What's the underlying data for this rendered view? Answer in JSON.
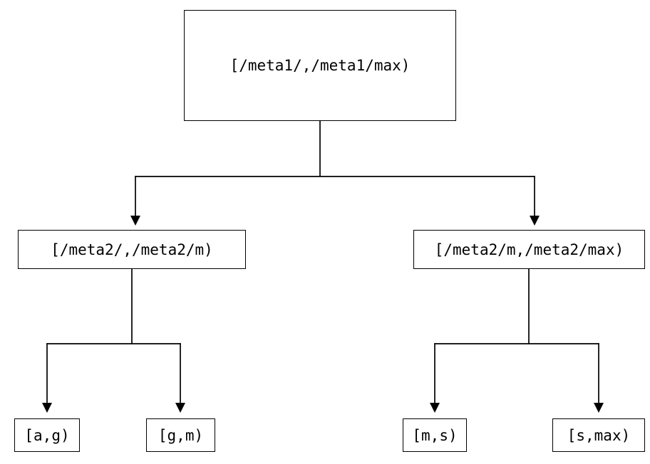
{
  "diagram": {
    "root": {
      "label": "[/meta1/,/meta1/max)"
    },
    "level2": [
      {
        "label": "[/meta2/,/meta2/m)"
      },
      {
        "label": "[/meta2/m,/meta2/max)"
      }
    ],
    "leaves": [
      {
        "label": "[a,g)"
      },
      {
        "label": "[g,m)"
      },
      {
        "label": "[m,s)"
      },
      {
        "label": "[s,max)"
      }
    ],
    "colors": {
      "line": "#000000",
      "box_border": "#000000",
      "background": "#ffffff"
    }
  }
}
